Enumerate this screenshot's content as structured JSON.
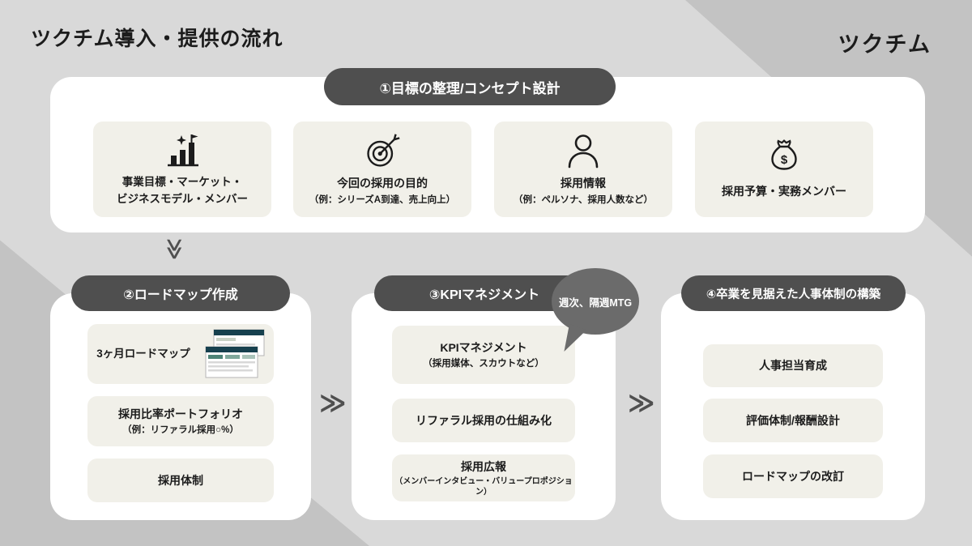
{
  "page": {
    "title": "ツクチム導入・提供の流れ",
    "logo": "ツクチム"
  },
  "arrows": {
    "down": "≫",
    "right1": "≫",
    "right2": "≫"
  },
  "steps": {
    "step1": {
      "header": "①目標の整理/コンセプト設計",
      "cards": [
        {
          "icon": "bar-chart-goal-icon",
          "title": "事業目標・マーケット・",
          "title2": "ビジネスモデル・メンバー",
          "subtitle": ""
        },
        {
          "icon": "target-arrow-icon",
          "title": "今回の採用の目的",
          "subtitle": "（例：シリーズA到達、売上向上）"
        },
        {
          "icon": "person-icon",
          "title": "採用情報",
          "subtitle": "（例：ペルソナ、採用人数など）"
        },
        {
          "icon": "money-bag-icon",
          "title": "採用予算・実務メンバー",
          "subtitle": ""
        }
      ]
    },
    "step2": {
      "header": "②ロードマップ作成",
      "cards": [
        {
          "title": "3ヶ月ロードマップ",
          "subtitle": "",
          "thumbnail": "roadmap-screenshot"
        },
        {
          "title": "採用比率ポートフォリオ",
          "subtitle": "（例：リファラル採用○%）"
        },
        {
          "title": "採用体制",
          "subtitle": ""
        }
      ]
    },
    "step3": {
      "header": "③KPIマネジメント",
      "bubble": "週次、隔週MTG",
      "cards": [
        {
          "title": "KPIマネジメント",
          "subtitle": "（採用媒体、スカウトなど）"
        },
        {
          "title": "リファラル採用の仕組み化",
          "subtitle": ""
        },
        {
          "title": "採用広報",
          "subtitle": "（メンバーインタビュー・バリュープロポジション）"
        }
      ]
    },
    "step4": {
      "header": "④卒業を見据えた人事体制の構築",
      "cards": [
        {
          "title": "人事担当育成"
        },
        {
          "title": "評価体制/報酬設計"
        },
        {
          "title": "ロードマップの改訂"
        }
      ]
    }
  },
  "colors": {
    "background": "#d9d9d9",
    "background_accent": "#c3c3c3",
    "panel": "#ffffff",
    "header_pill": "#4f4f4f",
    "card": "#f1f0e9",
    "bubble": "#6b6b6b",
    "text": "#1c1c1c"
  }
}
